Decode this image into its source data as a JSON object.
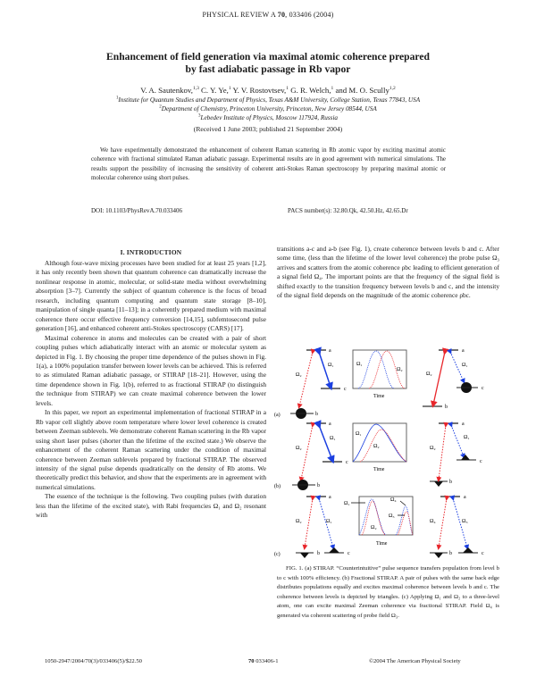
{
  "header": {
    "journal": "PHYSICAL REVIEW A",
    "volume": "70",
    "article_and_year": ", 033406 (2004)"
  },
  "article": {
    "title_line1": "Enhancement of field generation via maximal atomic coherence prepared",
    "title_line2": "by fast adiabatic passage in Rb vapor",
    "authors": [
      {
        "name": "V. A. Sautenkov,",
        "aff": "1,3"
      },
      {
        "name": "C. Y. Ye,",
        "aff": "1"
      },
      {
        "name": "Y. V. Rostovtsev,",
        "aff": "1"
      },
      {
        "name": "G. R. Welch,",
        "aff": "1"
      },
      {
        "name": "and M. O. Scully",
        "aff": "1,2"
      }
    ],
    "affiliations": [
      {
        "num": "1",
        "text": "Institute for Quantum Studies and Department of Physics, Texas A&M University, College Station, Texas 77843, USA"
      },
      {
        "num": "2",
        "text": "Department of Chemistry, Princeton University, Princeton, New Jersey 08544, USA"
      },
      {
        "num": "3",
        "text": "Lebedev Institute of Physics, Moscow 117924, Russia"
      }
    ],
    "received": "(Received 1 June 2003; published 21 September 2004)",
    "abstract": "We have experimentally demonstrated the enhancement of coherent Raman scattering in Rb atomic vapor by exciting maximal atomic coherence with fractional stimulated Raman adiabatic passage. Experimental results are in good agreement with numerical simulations. The results support the possibility of increasing the sensitivity of coherent anti-Stokes Raman spectroscopy by preparing maximal atomic or molecular coherence using short pulses.",
    "doi": "DOI: 10.1103/PhysRevA.70.033406",
    "pacs": "PACS number(s): 32.80.Qk, 42.50.Hz, 42.65.Dr"
  },
  "section": {
    "heading": "I. INTRODUCTION",
    "left_paragraphs": [
      "Although four-wave mixing processes have been studied for at least 25 years [1,2], it has only recently been shown that quantum coherence can dramatically increase the nonlinear response in atomic, molecular, or solid-state media without overwhelming absorption [3–7]. Currently the subject of quantum coherence is the focus of broad research, including quantum computing and quantum state storage [8–10], manipulation of single quanta [11–13]; in a coherently prepared medium with maximal coherence there occur effective frequency conversion [14,15], subfemtosecond pulse generation [16], and enhanced coherent anti-Stokes spectroscopy (CARS) [17].",
      "Maximal coherence in atoms and molecules can be created with a pair of short coupling pulses which adiabatically interact with an atomic or molecular system as depicted in Fig. 1. By choosing the proper time dependence of the pulses shown in Fig. 1(a), a 100% population transfer between lower levels can be achieved. This is referred to as stimulated Raman adiabatic passage, or STIRAP [18–21]. However, using the time dependence shown in Fig. 1(b), referred to as fractional STIRAP (to distinguish the technique from STIRAP) we can create maximal coherence between the lower levels.",
      "In this paper, we report an experimental implementation of fractional STIRAP in a Rb vapor cell slightly above room temperature where lower level coherence is created between Zeeman sublevels. We demonstrate coherent Raman scattering in the Rb vapor using short laser pulses (shorter than the lifetime of the excited state.) We observe the enhancement of the coherent Raman scattering under the condition of maximal coherence between Zeeman sublevels prepared by fractional STIRAP. The observed intensity of the signal pulse depends quadratically on the density of Rb atoms. We theoretically predict this behavior, and show that the experiments are in agreement with numerical simulations.",
      "The essence of the technique is the following. Two coupling pulses (with duration less than the lifetime of the excited state), with Rabi frequencies Ω₁ and Ω₂ resonant with"
    ],
    "right_paragraph": "transitions a-c and a-b (see Fig. 1), create coherence between levels b and c. After some time, (less than the lifetime of the lower level coherence) the probe pulse Ω₃ arrives and scatters from the atomic coherence ρbc leading to efficient generation of a signal field Ω₄. The important points are that the frequency of the signal field is shifted exactly to the transition frequency between levels b and c, and the intensity of the signal field depends on the magnitude of the atomic coherence ρbc."
  },
  "figure": {
    "panels": [
      {
        "label": "(a)",
        "left_fields": [
          "Ω₂",
          "Ω₁"
        ],
        "right_fields": [
          "Ω₂",
          "Ω₁"
        ],
        "plot_labels": [
          "Ω₁",
          "Ω₂"
        ]
      },
      {
        "label": "(b)",
        "left_fields": [
          "Ω₂",
          "Ω₁"
        ],
        "right_fields": [
          "Ω₂",
          "Ω₁"
        ],
        "plot_labels": [
          "Ω₁",
          "Ω₂"
        ]
      },
      {
        "label": "(c)",
        "left_fields": [
          "Ω₂",
          "Ω₁"
        ],
        "right_fields": [
          "Ω₄",
          "Ω₃"
        ],
        "plot_labels": [
          "Ω₁",
          "Ω₂",
          "Ω₄",
          "Ω₃"
        ]
      }
    ],
    "level_labels": {
      "a": "a",
      "b": "b",
      "c": "c"
    },
    "time_label": "Time",
    "colors": {
      "red": "#e8262b",
      "blue": "#1b3fe0"
    },
    "caption": "FIG. 1. (a) STIRAP. “Counterintuitive” pulse sequence transfers population from level b to c with 100% efficiency. (b) Fractional STIRAP. A pair of pulses with the same back edge distributes populations equally and excites maximal coherence between levels b and c. The coherence between levels is depicted by triangles. (c) Applying Ω₁ and Ω₂ to a three-level atom, one can excite maximal Zeeman coherence via fractional STIRAP. Field Ω₄ is generated via coherent scattering of probe field Ω₃."
  },
  "footer": {
    "left": "1050-2947/2004/70(3)/033406(5)/$22.50",
    "mid_bold": "70",
    "mid": " 033406-1",
    "right": "©2004 The American Physical Society"
  }
}
